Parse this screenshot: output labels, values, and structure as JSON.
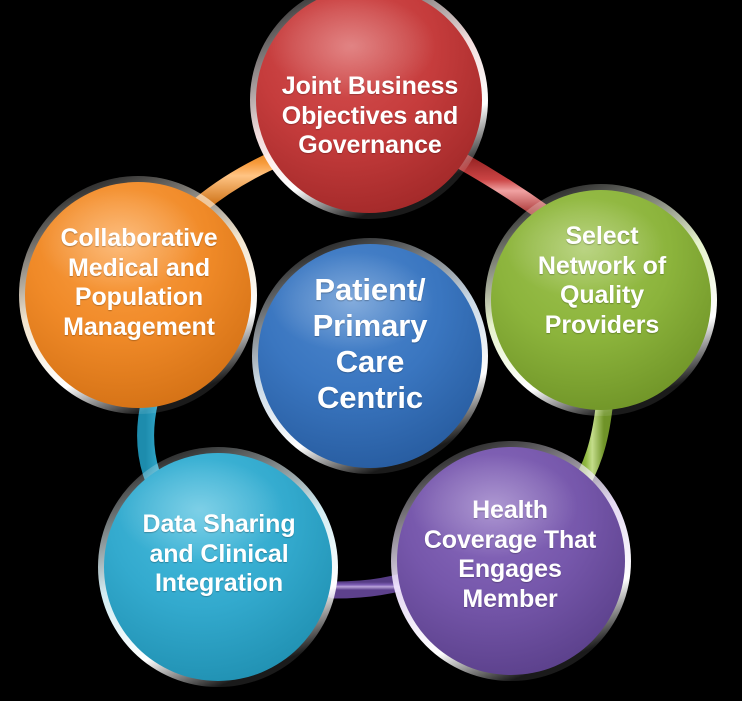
{
  "diagram": {
    "type": "hub-and-spoke-circles",
    "background_color": "#000000",
    "center": {
      "id": "center",
      "label": "Patient/\nPrimary\nCare\nCentric",
      "color": "#3a76c0",
      "color_dark": "#2a5f9e",
      "color_light": "#5a93d6"
    },
    "nodes": [
      {
        "id": "joint-business-objectives-and-governance",
        "label": "Joint Business\nObjectives and\nGovernance",
        "color": "#c53c3c",
        "color_dark": "#a22a2a",
        "color_light": "#d95d5d",
        "position": "top"
      },
      {
        "id": "select-network-of-quality-providers",
        "label": "Select\nNetwork of\nQuality\nProviders",
        "color": "#8cb43c",
        "color_dark": "#6f9328",
        "color_light": "#a7c95f",
        "position": "right-upper"
      },
      {
        "id": "health-coverage-that-engages-member",
        "label": "Health\nCoverage That\nEngages\nMember",
        "color": "#7657ab",
        "color_dark": "#5d418c",
        "color_light": "#9176c2",
        "position": "right-lower"
      },
      {
        "id": "data-sharing-and-clinical-integration",
        "label": "Data Sharing\nand Clinical\nIntegration",
        "color": "#33aace",
        "color_dark": "#2190b2",
        "color_light": "#5cc4e2",
        "position": "left-lower"
      },
      {
        "id": "collaborative-medical-and-population-management",
        "label": "Collaborative\nMedical and\nPopulation\nManagement",
        "color": "#f08a28",
        "color_dark": "#d4701a",
        "color_light": "#f8a851",
        "position": "left-upper"
      }
    ],
    "connectors": [
      {
        "id": "connector-orange-to-red",
        "from": "collaborative-medical-and-population-management",
        "to": "joint-business-objectives-and-governance",
        "color": "#f08a28"
      },
      {
        "id": "connector-red-to-green",
        "from": "joint-business-objectives-and-governance",
        "to": "select-network-of-quality-providers",
        "color": "#c53c3c"
      },
      {
        "id": "connector-green-to-purple",
        "from": "select-network-of-quality-providers",
        "to": "health-coverage-that-engages-member",
        "color": "#8cb43c"
      },
      {
        "id": "connector-purple-to-cyan",
        "from": "health-coverage-that-engages-member",
        "to": "data-sharing-and-clinical-integration",
        "color": "#7657ab"
      },
      {
        "id": "connector-cyan-to-orange",
        "from": "data-sharing-and-clinical-integration",
        "to": "collaborative-medical-and-population-management",
        "color": "#33aace"
      }
    ]
  }
}
